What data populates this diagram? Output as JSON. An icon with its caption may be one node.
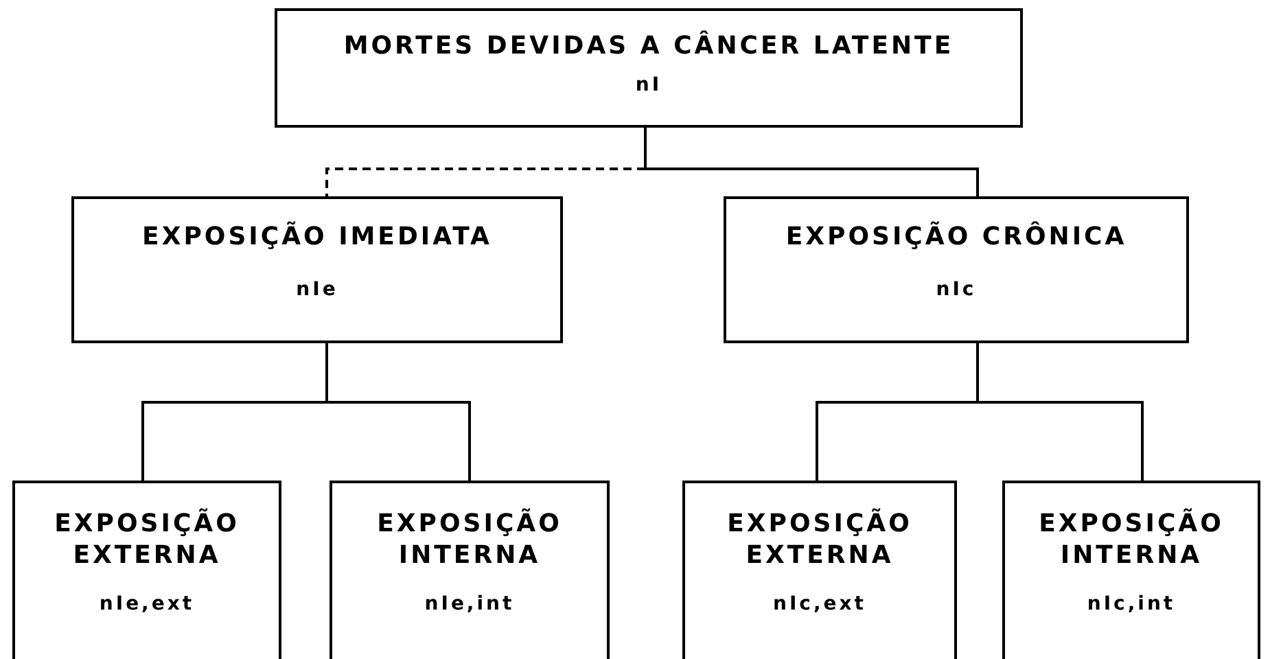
{
  "diagram": {
    "nodes": [
      {
        "text": [
          "MORTES DEVIDAS A CÂNCER LATENTE",
          "nI"
        ]
      },
      {
        "text": [
          "EXPOSIÇÃO IMEDIATA",
          "nIe"
        ]
      },
      {
        "text": [
          "EXPOSIÇÃO CRÔNICA",
          "nIc"
        ]
      },
      {
        "text": [
          "EXPOSIÇÃO EXTERNA",
          "nIe,ext"
        ]
      },
      {
        "text": [
          "EXPOSIÇÃO INTERNA",
          "nIe,int"
        ]
      },
      {
        "text": [
          "EXPOSIÇÃO EXTERNA",
          "nIc,ext"
        ]
      },
      {
        "text": [
          "EXPOSIÇÃO INTERNA",
          "nIc,int"
        ]
      }
    ],
    "edges": [
      {
        "from": 0,
        "to": 1,
        "arrow": "none",
        "style": "dashed"
      },
      {
        "from": 0,
        "to": 2,
        "arrow": "none"
      },
      {
        "from": 1,
        "to": 3,
        "arrow": "none"
      },
      {
        "from": 1,
        "to": 4,
        "arrow": "none"
      },
      {
        "from": 2,
        "to": 5,
        "arrow": "none"
      },
      {
        "from": 2,
        "to": 6,
        "arrow": "none"
      }
    ]
  }
}
